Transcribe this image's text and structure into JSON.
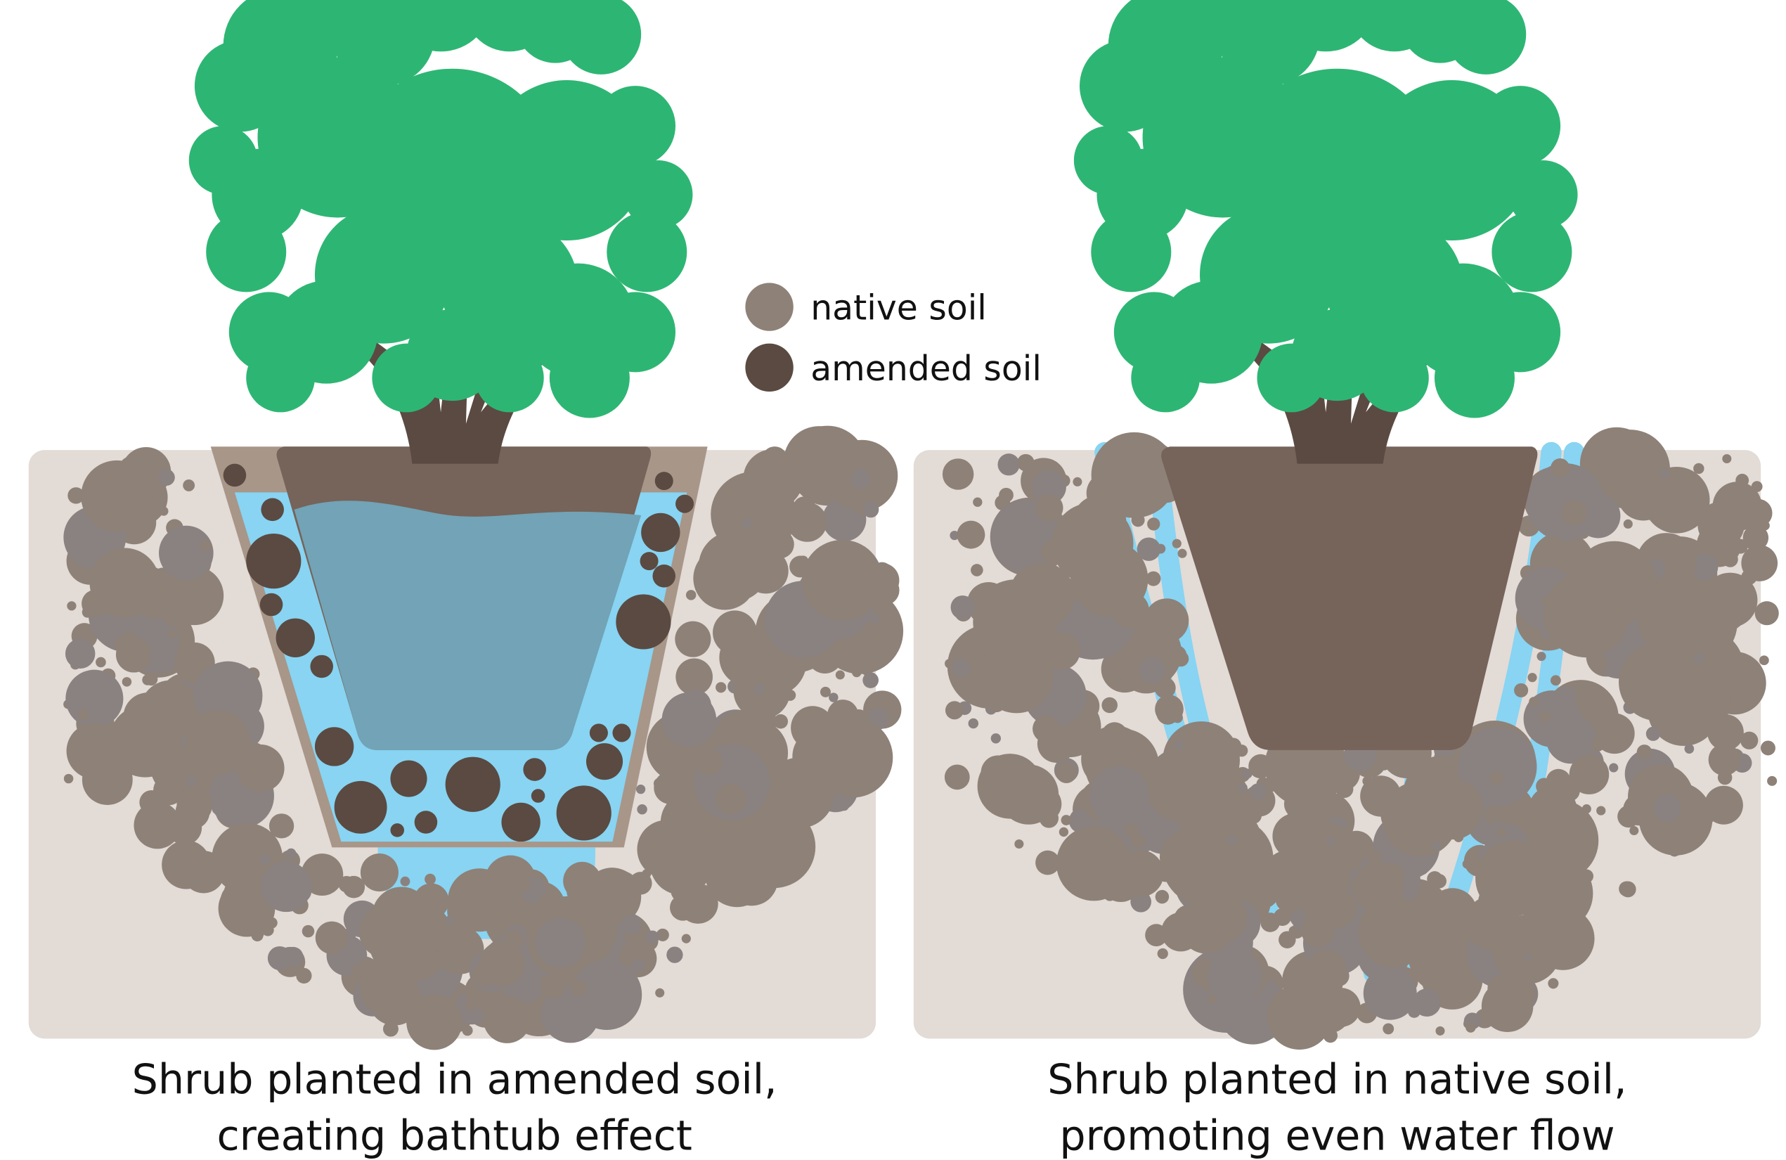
{
  "legend": {
    "items": [
      {
        "label": "native soil",
        "color": "#8e8178"
      },
      {
        "label": "amended soil",
        "color": "#5a4a42"
      }
    ]
  },
  "panels": [
    {
      "caption_line1": "Shrub planted in amended soil,",
      "caption_line2": "creating bathtub effect"
    },
    {
      "caption_line1": "Shrub planted in native soil,",
      "caption_line2": "promoting even water flow"
    }
  ],
  "colors": {
    "ground": "#e3dbd6",
    "native": "#8e8178",
    "native_alt": "#8a8280",
    "amended": "#5a4a42",
    "hole": "#a89689",
    "water": "#88d4f2",
    "pooled": "#72a3b6",
    "rootball": "#766359",
    "canopy": "#2db673",
    "trunk": "#5b4a42"
  }
}
